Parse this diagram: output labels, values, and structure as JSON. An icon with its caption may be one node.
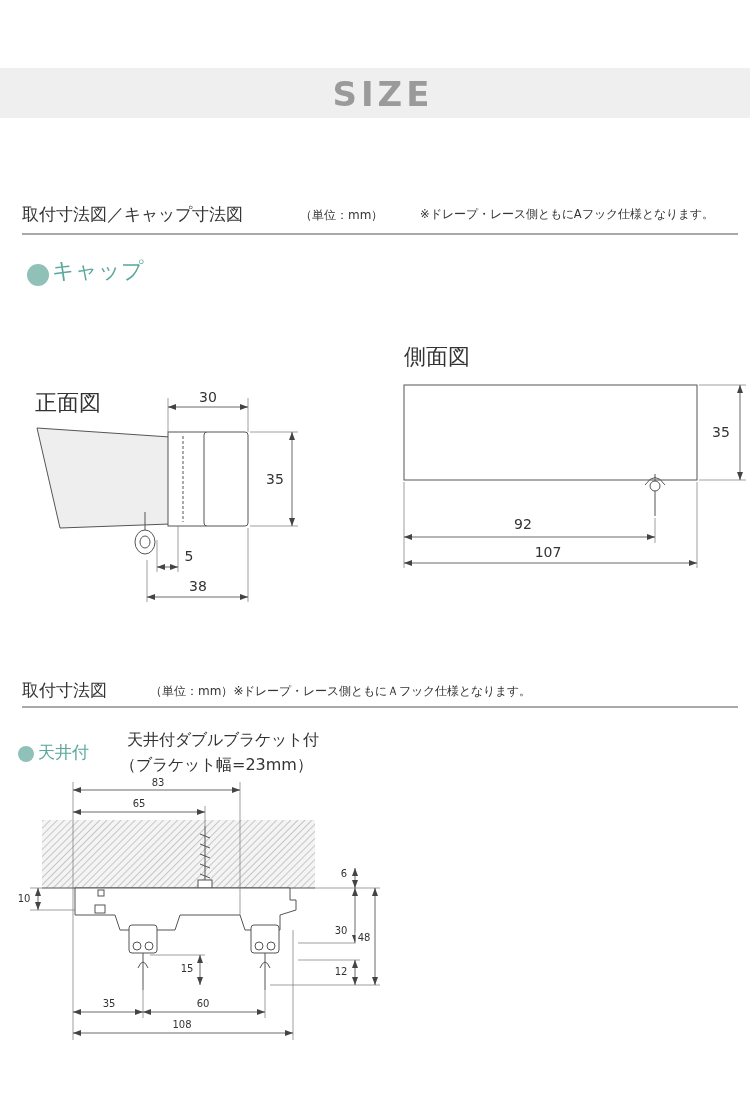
{
  "diagram": {
    "title": "SIZE",
    "labels": [
      "取付寸法図／キャップ寸法図",
      "（単位：mm）",
      "※ドレープ・レース側ともにAフック仕様となります。",
      "キャップ",
      "正面図",
      "30",
      "35",
      "5",
      "38",
      "側面図",
      "35",
      "92",
      "107",
      "取付寸法図",
      "（単位：mm）※ドレープ・レース側ともにＡフック仕様となります。",
      "天井付",
      "天井付ダブルブラケット付",
      "（ブラケット幅=23mm）",
      "83",
      "65",
      "6",
      "10",
      "30",
      "48",
      "15",
      "12",
      "35",
      "60",
      "108"
    ]
  }
}
